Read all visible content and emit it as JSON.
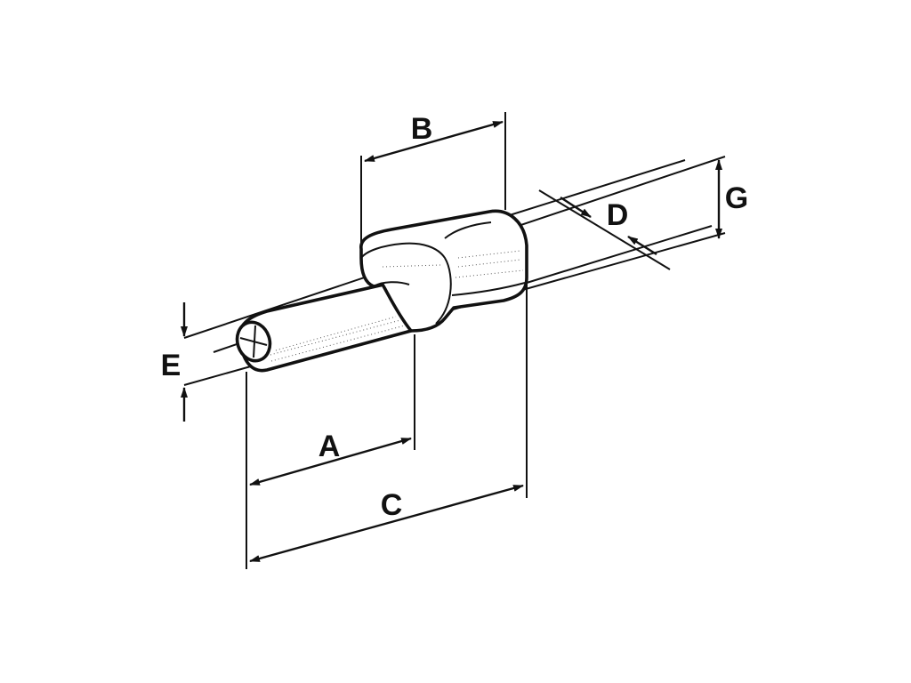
{
  "diagram": {
    "labels": {
      "a": "A",
      "b": "B",
      "c": "C",
      "d": "D",
      "e": "E",
      "g": "G"
    },
    "colors": {
      "ink": "#111111",
      "background": "#ffffff"
    }
  }
}
